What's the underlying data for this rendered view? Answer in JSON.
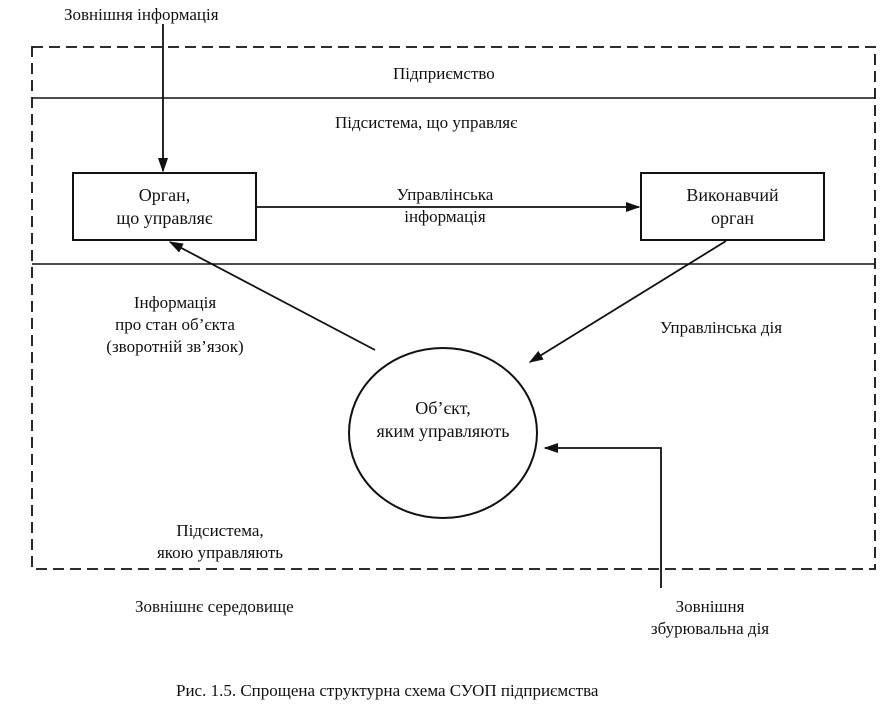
{
  "labels": {
    "external_info": "Зовнішня інформація",
    "enterprise": "Підприємство",
    "managing_subsystem": "Підсистема, що управляє",
    "control_info": [
      "Управлінська",
      "інформація"
    ],
    "feedback": [
      "Інформація",
      "про стан об’єкта",
      "(зворотній зв’язок)"
    ],
    "control_action": "Управлінська дія",
    "managed_subsystem": [
      "Підсистема,",
      "якою управляють"
    ],
    "external_environment": "Зовнішнє середовище",
    "disturbance": [
      "Зовнішня",
      "збурювальна дія"
    ],
    "caption": "Рис. 1.5. Спрощена структурна схема СУОП підприємства"
  },
  "nodes": {
    "managing_organ": [
      "Орган,",
      "що управляє"
    ],
    "executive_organ": [
      "Виконавчий",
      "орган"
    ],
    "managed_object": [
      "Об’єкт,",
      "яким управляють"
    ]
  }
}
